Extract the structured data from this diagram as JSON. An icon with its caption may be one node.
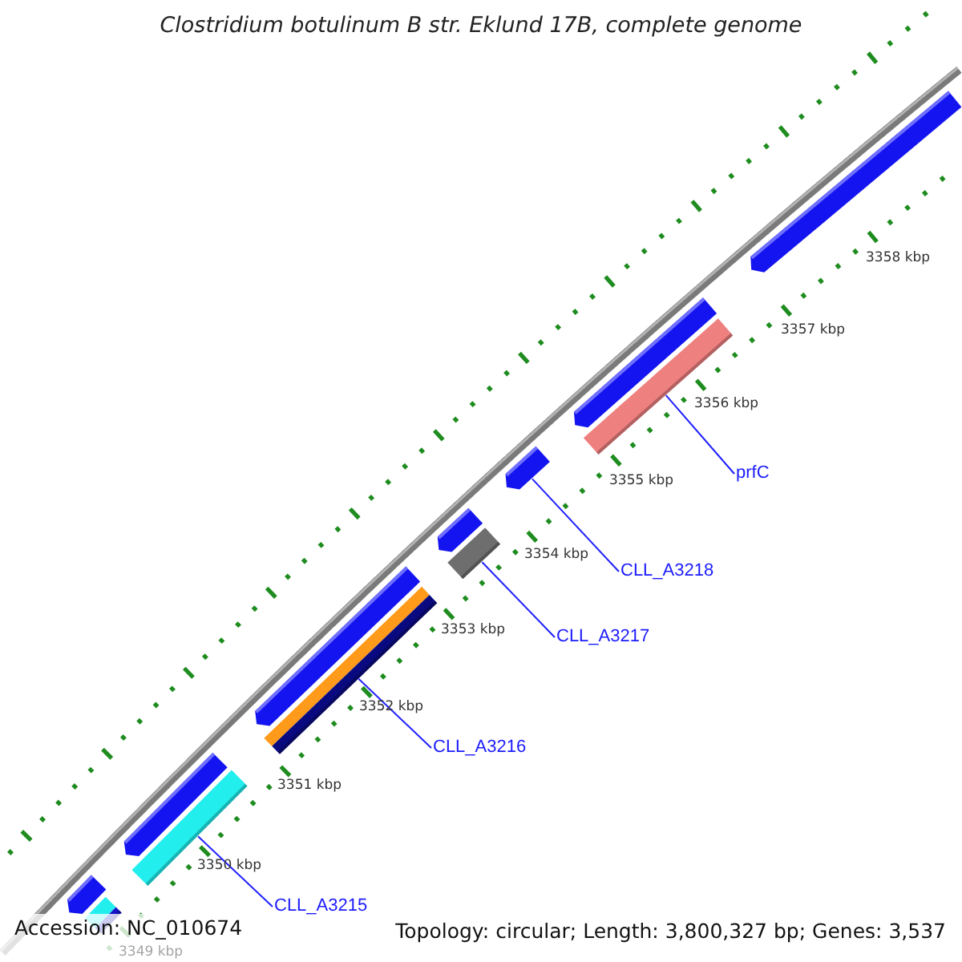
{
  "diagram": {
    "title": "Clostridium botulinum B str. Eklund 17B, complete genome",
    "nodes": [
      {
        "text": [],
        "shape": "pentagon"
      },
      {
        "text": [],
        "shape": "pentagon"
      },
      {
        "text": [],
        "shape": "bar"
      },
      {
        "text": [
          "prfC"
        ]
      },
      {
        "text": [],
        "shape": "pentagon"
      },
      {
        "text": [
          "CLL_A3218"
        ]
      },
      {
        "text": [],
        "shape": "pentagon"
      },
      {
        "text": [],
        "shape": "bar"
      },
      {
        "text": [
          "CLL_A3217"
        ]
      },
      {
        "text": [],
        "shape": "pentagon"
      },
      {
        "text": [],
        "shape": "bar"
      },
      {
        "text": [
          "CLL_A3216"
        ]
      },
      {
        "text": [],
        "shape": "pentagon"
      },
      {
        "text": [],
        "shape": "bar"
      },
      {
        "text": [
          "CLL_A3215"
        ]
      },
      {
        "text": [],
        "shape": "pentagon"
      },
      {
        "text": [],
        "shape": "bar"
      }
    ],
    "edges": [
      {
        "from": 3,
        "to": 2,
        "arrow": "none"
      },
      {
        "from": 5,
        "to": 4,
        "arrow": "none"
      },
      {
        "from": 8,
        "to": 7,
        "arrow": "none"
      },
      {
        "from": 11,
        "to": 10,
        "arrow": "none"
      },
      {
        "from": 14,
        "to": 13,
        "arrow": "none"
      }
    ],
    "labels": [
      "3358 kbp",
      "3357 kbp",
      "3356 kbp",
      "3355 kbp",
      "3354 kbp",
      "3353 kbp",
      "3352 kbp",
      "3351 kbp",
      "3350 kbp",
      "3349 kbp",
      "Accession: NC_010674",
      "Topology: circular; Length: 3,800,327 bp; Genes: 3,537"
    ]
  }
}
